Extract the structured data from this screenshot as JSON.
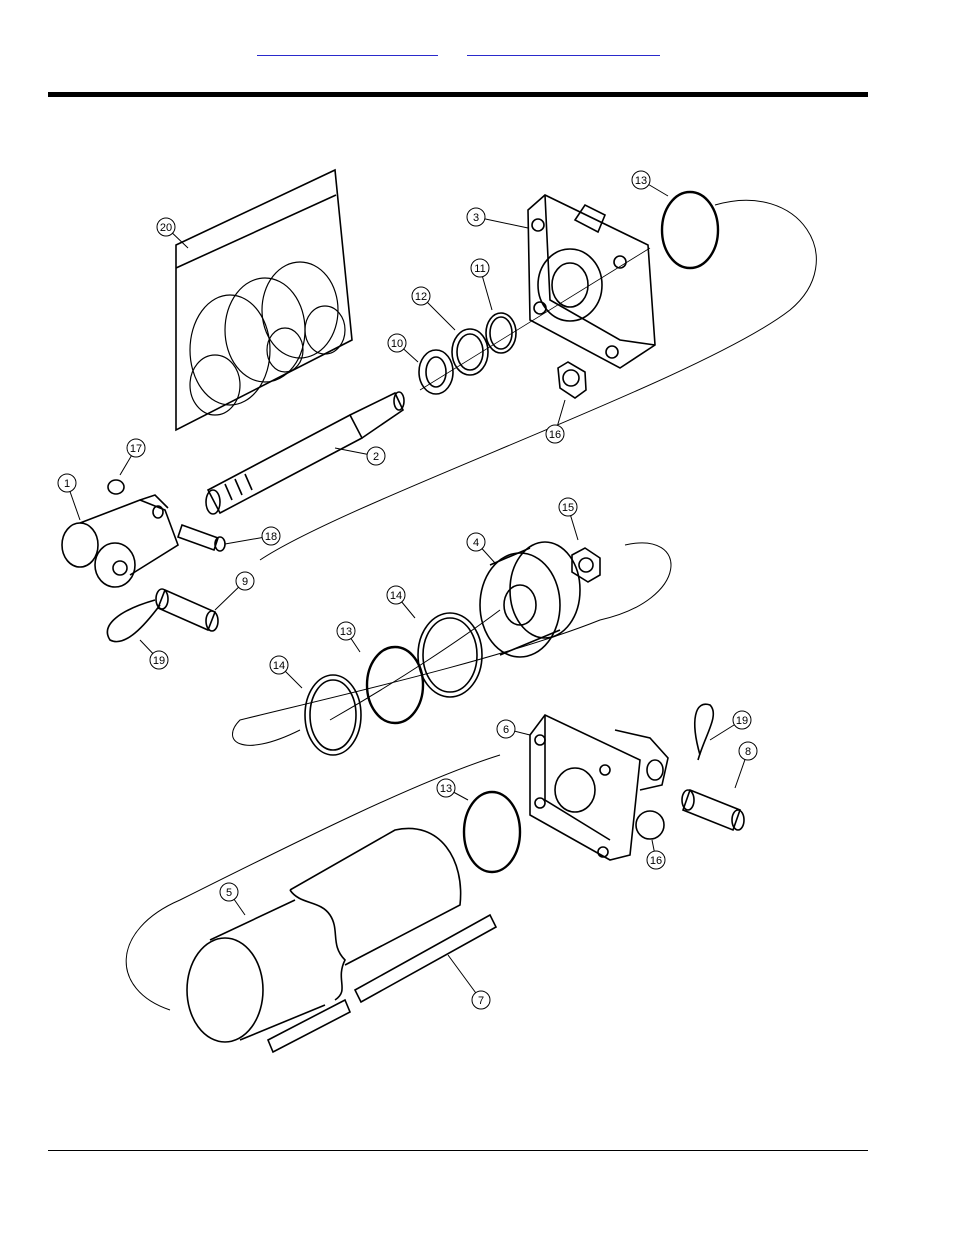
{
  "nav": {
    "link_color": "#2a2acc"
  },
  "diagram": {
    "callouts": [
      {
        "label": "1"
      },
      {
        "label": "2"
      },
      {
        "label": "3"
      },
      {
        "label": "4"
      },
      {
        "label": "5"
      },
      {
        "label": "6"
      },
      {
        "label": "7"
      },
      {
        "label": "8"
      },
      {
        "label": "9"
      },
      {
        "label": "10"
      },
      {
        "label": "11"
      },
      {
        "label": "12"
      },
      {
        "label": "13"
      },
      {
        "label": "13"
      },
      {
        "label": "13"
      },
      {
        "label": "14"
      },
      {
        "label": "14"
      },
      {
        "label": "15"
      },
      {
        "label": "16"
      },
      {
        "label": "16"
      },
      {
        "label": "17"
      },
      {
        "label": "18"
      },
      {
        "label": "19"
      },
      {
        "label": "19"
      },
      {
        "label": "20"
      }
    ]
  }
}
